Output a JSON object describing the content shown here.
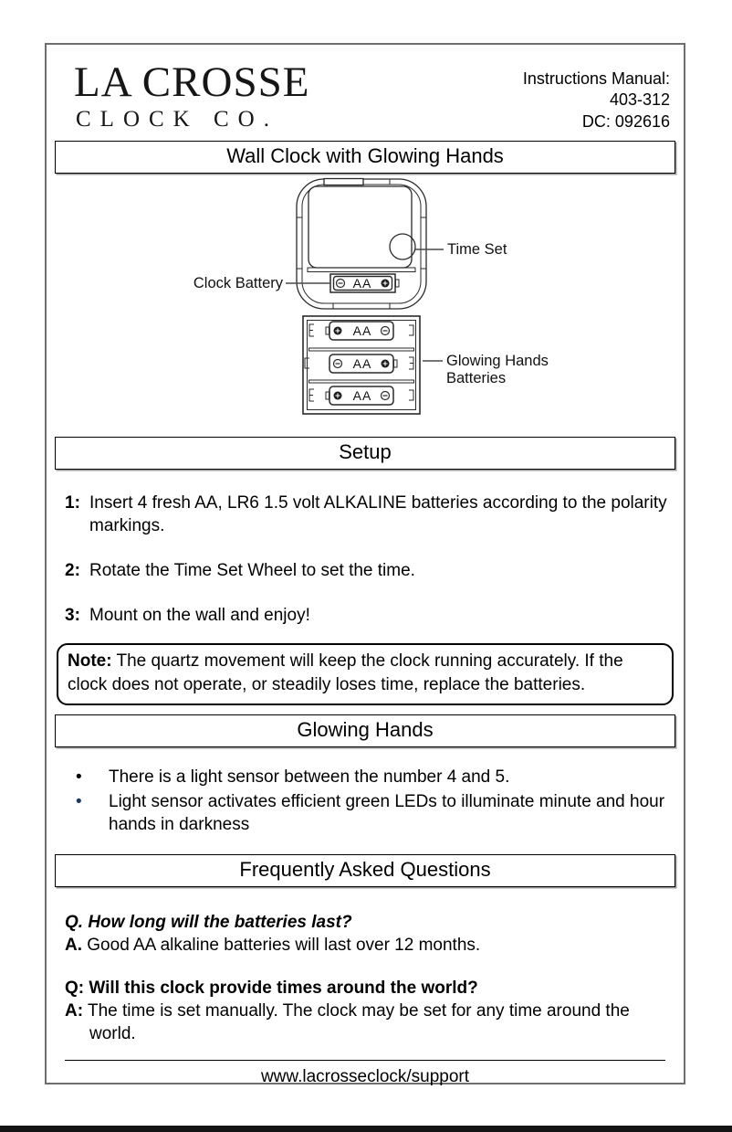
{
  "header": {
    "logo_line1": "LA CROSSE",
    "logo_line2": "CLOCK CO.",
    "manual": [
      "Instructions Manual:",
      "403-312",
      "DC: 092616"
    ]
  },
  "title": "Wall Clock with Glowing Hands",
  "diagram": {
    "battery_label": "AA",
    "labels": {
      "time_set": "Time Set",
      "clock_battery": "Clock Battery",
      "glowing_hands_1": "Glowing Hands",
      "glowing_hands_2": "Batteries"
    }
  },
  "setup": {
    "header": "Setup",
    "steps": [
      {
        "num": "1:",
        "text": "Insert 4 fresh AA, LR6 1.5 volt ALKALINE batteries according to the polarity markings."
      },
      {
        "num": "2:",
        "text": "Rotate the Time Set Wheel to set the time."
      },
      {
        "num": "3:",
        "text": "Mount on the wall and enjoy!"
      }
    ],
    "note_label": "Note:",
    "note_text": " The quartz movement will keep the clock running accurately. If the clock does not operate, or steadily loses time, replace the batteries."
  },
  "glowing": {
    "header": "Glowing Hands",
    "bullet_char": "•",
    "bullets": [
      {
        "text": "There is a light sensor between the number 4 and 5.",
        "color": "#000000"
      },
      {
        "text": "Light sensor activates efficient green LEDs to illuminate minute and hour hands in darkness",
        "color": "#1f3864"
      }
    ]
  },
  "faq": {
    "header": "Frequently Asked Questions",
    "items": [
      {
        "q": "Q. How long will the batteries last?",
        "a_label": "A.",
        "a_text": "Good AA alkaline batteries will last over 12 months."
      },
      {
        "q": "Q: Will this clock provide times around the world?",
        "a_label": "A:",
        "a_text": "The time is set manually. The clock may be set for any time around the world."
      }
    ]
  },
  "footer": {
    "support_url": "www.lacrosseclock/support"
  },
  "colors": {
    "bullet_accent": "#1f3864",
    "page_border": "#6e6e6e"
  }
}
